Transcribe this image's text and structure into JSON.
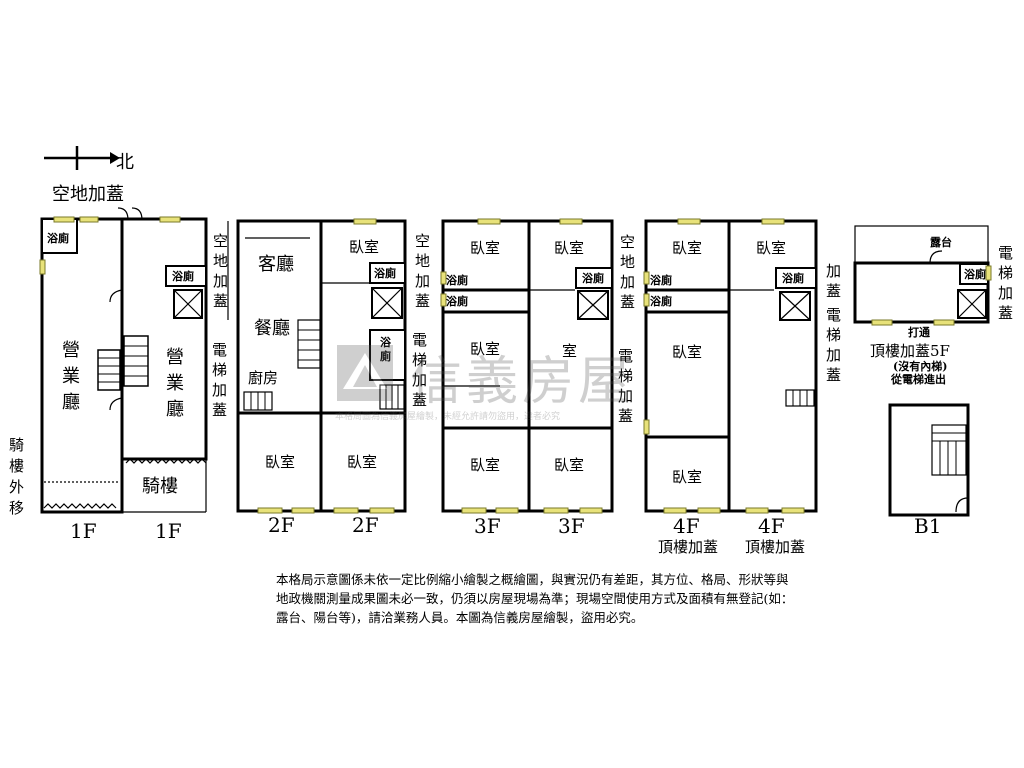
{
  "north_label": "北",
  "note": "本格局示意圖係未依一定比例縮小繪製之概繪圖，與實況仍有差距，其方位、格局、形狀等與地政機關測量成果圖未必一致，仍須以房屋現場為準；現場空間使用方式及面積有無登記(如：露台、陽台等)，請洽業務人員。本圖為信義房屋繪製，盜用必究。",
  "watermark": {
    "brand": "信義房屋",
    "sub": "本格局圖為信義房屋繪製，未經允許請勿盜用，違者必究"
  },
  "floors": {
    "f1a": {
      "floor": "1F",
      "top": "空地加蓋",
      "bath": "浴廁",
      "hall": "營業廳",
      "side": "騎樓外移"
    },
    "f1b": {
      "floor": "1F",
      "bath": "浴廁",
      "hall": "營業廳",
      "arcade": "騎樓",
      "side": "電梯加蓋"
    },
    "f2a": {
      "floor": "2F",
      "side": "空地加蓋",
      "living": "客廳",
      "dining": "餐廳",
      "kitchen": "廚房",
      "bed": "臥室"
    },
    "f2b": {
      "floor": "2F",
      "bed1": "臥室",
      "bath1": "浴廁",
      "bath2": "浴廁",
      "bed2": "臥室",
      "side": "電梯加蓋"
    },
    "f3a": {
      "floor": "3F",
      "side": "空地加蓋",
      "bed1": "臥室",
      "bath1": "浴廁",
      "bath2": "浴廁",
      "bed2": "臥室",
      "bed3": "臥室"
    },
    "f3b": {
      "floor": "3F",
      "bed1": "臥室",
      "bath": "浴廁",
      "room": "室",
      "bed2": "臥室",
      "side": "電梯加蓋"
    },
    "f4a": {
      "floor": "4F",
      "sub": "頂樓加蓋",
      "bed1": "臥室",
      "bath1": "浴廁",
      "bath2": "浴廁",
      "bed2": "臥室",
      "bed3": "臥室"
    },
    "f4b": {
      "floor": "4F",
      "sub": "頂樓加蓋",
      "bed": "臥室",
      "bath": "浴廁",
      "side1": "加蓋",
      "side2": "電梯加蓋"
    },
    "f5": {
      "terrace": "露台",
      "bath": "浴廁",
      "open": "打通",
      "side": "電梯加蓋",
      "title": "頂樓加蓋5F",
      "note1": "(沒有內梯)",
      "note2": "從電梯進出"
    },
    "b1": {
      "floor": "B1"
    }
  }
}
